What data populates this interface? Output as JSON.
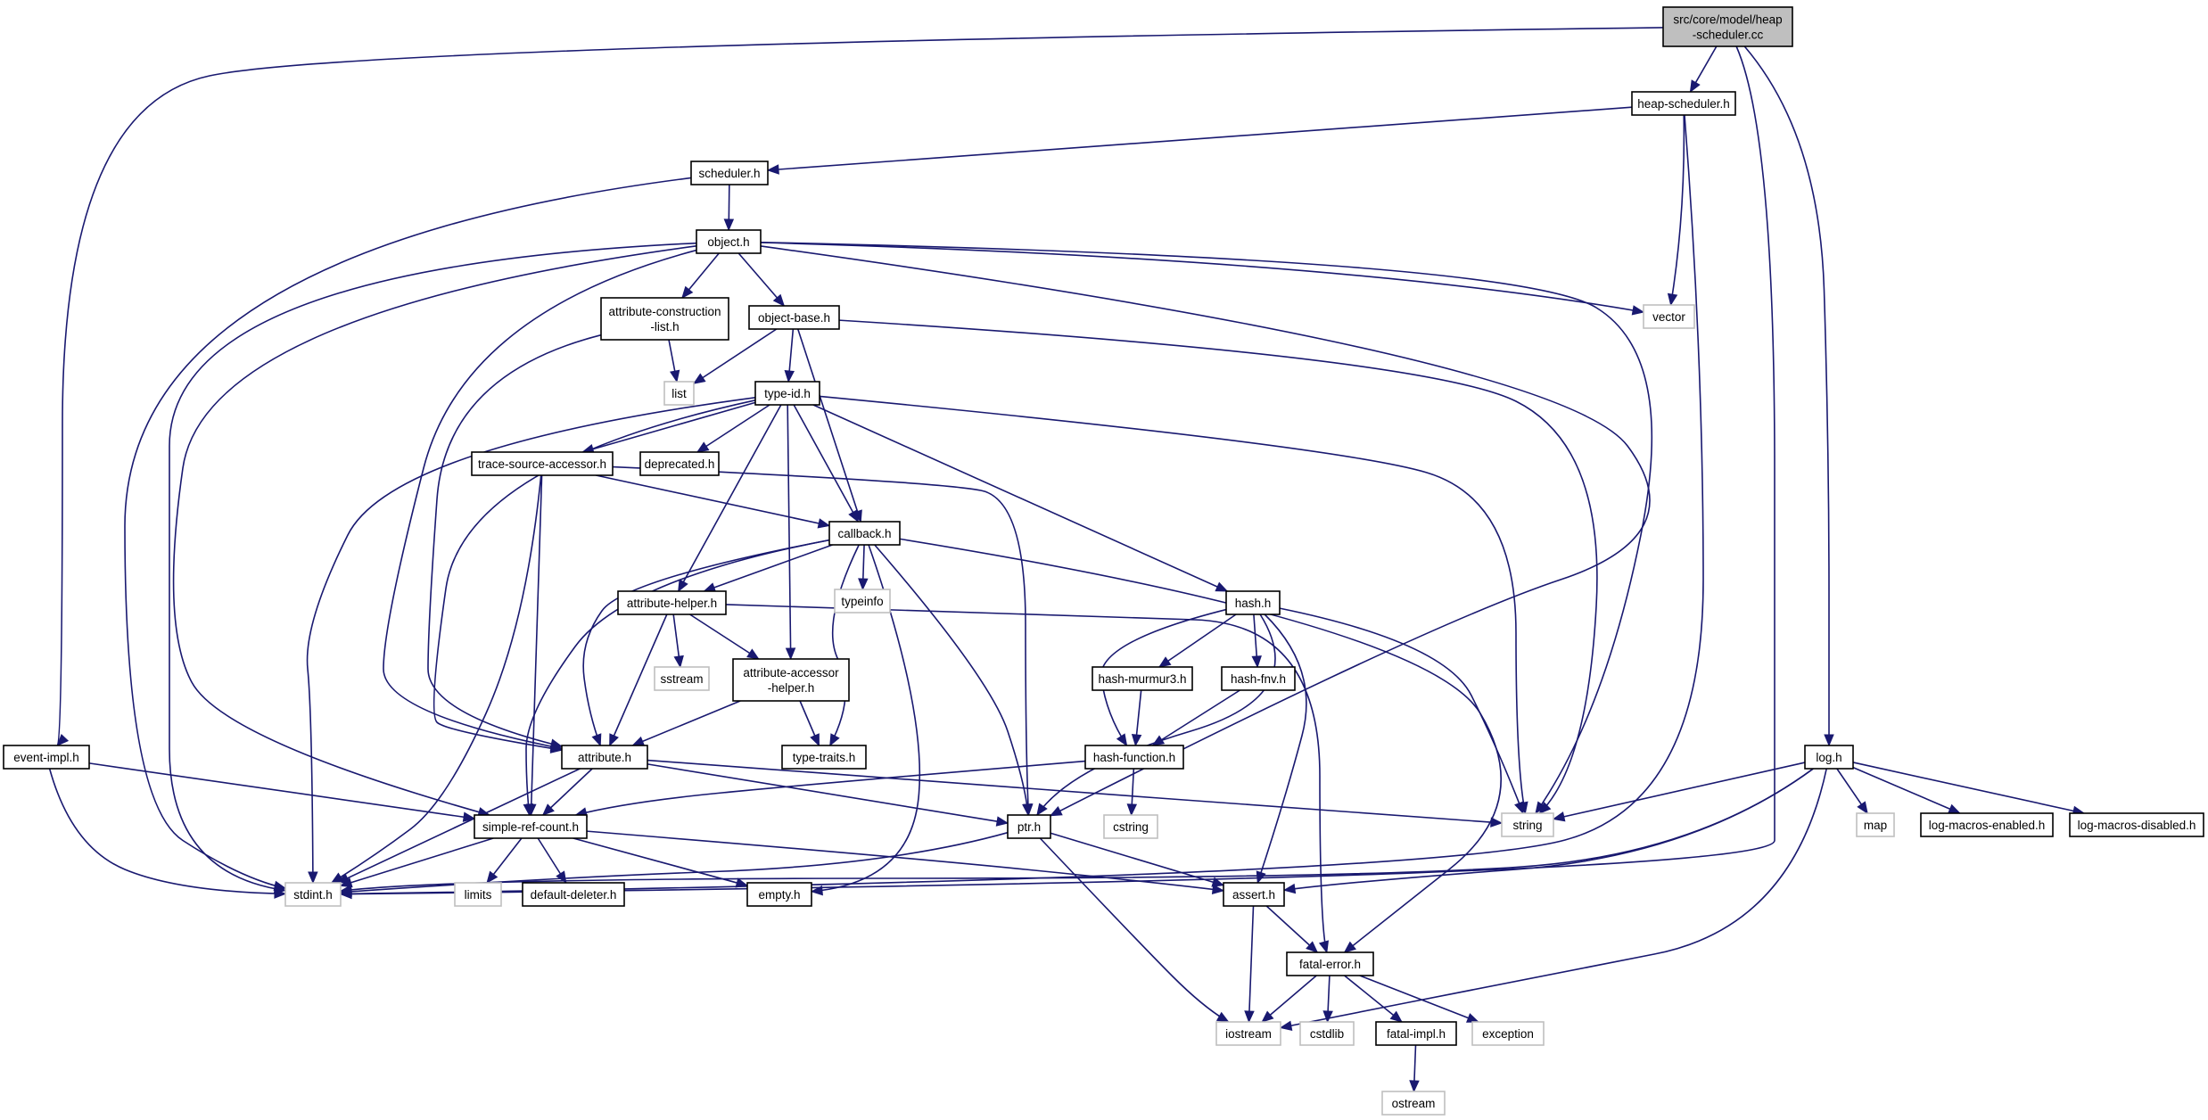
{
  "graph": {
    "title": "",
    "nodes": [
      {
        "id": "root",
        "label": [
          "src/core/model/heap",
          "-scheduler.cc"
        ],
        "kind": "root"
      },
      {
        "id": "heap-scheduler",
        "label": [
          "heap-scheduler.h"
        ],
        "kind": "internal"
      },
      {
        "id": "scheduler",
        "label": [
          "scheduler.h"
        ],
        "kind": "internal"
      },
      {
        "id": "object",
        "label": [
          "object.h"
        ],
        "kind": "internal"
      },
      {
        "id": "vector",
        "label": [
          "vector"
        ],
        "kind": "external"
      },
      {
        "id": "attribute-construction-list",
        "label": [
          "attribute-construction",
          "-list.h"
        ],
        "kind": "internal"
      },
      {
        "id": "object-base",
        "label": [
          "object-base.h"
        ],
        "kind": "internal"
      },
      {
        "id": "list",
        "label": [
          "list"
        ],
        "kind": "external"
      },
      {
        "id": "type-id",
        "label": [
          "type-id.h"
        ],
        "kind": "internal"
      },
      {
        "id": "trace-source-accessor",
        "label": [
          "trace-source-accessor.h"
        ],
        "kind": "internal"
      },
      {
        "id": "deprecated",
        "label": [
          "deprecated.h"
        ],
        "kind": "internal"
      },
      {
        "id": "callback",
        "label": [
          "callback.h"
        ],
        "kind": "internal"
      },
      {
        "id": "attribute-helper",
        "label": [
          "attribute-helper.h"
        ],
        "kind": "internal"
      },
      {
        "id": "typeinfo",
        "label": [
          "typeinfo"
        ],
        "kind": "external"
      },
      {
        "id": "hash",
        "label": [
          "hash.h"
        ],
        "kind": "internal"
      },
      {
        "id": "sstream",
        "label": [
          "sstream"
        ],
        "kind": "external"
      },
      {
        "id": "attribute-accessor-helper",
        "label": [
          "attribute-accessor",
          "-helper.h"
        ],
        "kind": "internal"
      },
      {
        "id": "hash-murmur3",
        "label": [
          "hash-murmur3.h"
        ],
        "kind": "internal"
      },
      {
        "id": "hash-fnv",
        "label": [
          "hash-fnv.h"
        ],
        "kind": "internal"
      },
      {
        "id": "event-impl",
        "label": [
          "event-impl.h"
        ],
        "kind": "internal"
      },
      {
        "id": "attribute",
        "label": [
          "attribute.h"
        ],
        "kind": "internal"
      },
      {
        "id": "type-traits",
        "label": [
          "type-traits.h"
        ],
        "kind": "internal"
      },
      {
        "id": "hash-function",
        "label": [
          "hash-function.h"
        ],
        "kind": "internal"
      },
      {
        "id": "log",
        "label": [
          "log.h"
        ],
        "kind": "internal"
      },
      {
        "id": "simple-ref-count",
        "label": [
          "simple-ref-count.h"
        ],
        "kind": "internal"
      },
      {
        "id": "ptr",
        "label": [
          "ptr.h"
        ],
        "kind": "internal"
      },
      {
        "id": "cstring",
        "label": [
          "cstring"
        ],
        "kind": "external"
      },
      {
        "id": "string",
        "label": [
          "string"
        ],
        "kind": "external"
      },
      {
        "id": "map",
        "label": [
          "map"
        ],
        "kind": "external"
      },
      {
        "id": "log-macros-enabled",
        "label": [
          "log-macros-enabled.h"
        ],
        "kind": "internal"
      },
      {
        "id": "log-macros-disabled",
        "label": [
          "log-macros-disabled.h"
        ],
        "kind": "internal"
      },
      {
        "id": "stdint",
        "label": [
          "stdint.h"
        ],
        "kind": "external"
      },
      {
        "id": "limits",
        "label": [
          "limits"
        ],
        "kind": "external"
      },
      {
        "id": "default-deleter",
        "label": [
          "default-deleter.h"
        ],
        "kind": "internal"
      },
      {
        "id": "empty",
        "label": [
          "empty.h"
        ],
        "kind": "internal"
      },
      {
        "id": "assert",
        "label": [
          "assert.h"
        ],
        "kind": "internal"
      },
      {
        "id": "fatal-error",
        "label": [
          "fatal-error.h"
        ],
        "kind": "internal"
      },
      {
        "id": "iostream",
        "label": [
          "iostream"
        ],
        "kind": "external"
      },
      {
        "id": "cstdlib",
        "label": [
          "cstdlib"
        ],
        "kind": "external"
      },
      {
        "id": "fatal-impl",
        "label": [
          "fatal-impl.h"
        ],
        "kind": "internal"
      },
      {
        "id": "exception",
        "label": [
          "exception"
        ],
        "kind": "external"
      },
      {
        "id": "ostream",
        "label": [
          "ostream"
        ],
        "kind": "external"
      }
    ],
    "edges": [
      [
        "root",
        "heap-scheduler"
      ],
      [
        "root",
        "event-impl"
      ],
      [
        "root",
        "log"
      ],
      [
        "root",
        "stdint"
      ],
      [
        "heap-scheduler",
        "scheduler"
      ],
      [
        "heap-scheduler",
        "vector"
      ],
      [
        "heap-scheduler",
        "stdint"
      ],
      [
        "scheduler",
        "object"
      ],
      [
        "scheduler",
        "stdint"
      ],
      [
        "object",
        "vector"
      ],
      [
        "object",
        "attribute-construction-list"
      ],
      [
        "object",
        "object-base"
      ],
      [
        "object",
        "attribute"
      ],
      [
        "object",
        "ptr"
      ],
      [
        "object",
        "string"
      ],
      [
        "object",
        "stdint"
      ],
      [
        "object",
        "simple-ref-count"
      ],
      [
        "attribute-construction-list",
        "list"
      ],
      [
        "attribute-construction-list",
        "attribute"
      ],
      [
        "object-base",
        "list"
      ],
      [
        "object-base",
        "type-id"
      ],
      [
        "object-base",
        "callback"
      ],
      [
        "object-base",
        "string"
      ],
      [
        "type-id",
        "trace-source-accessor"
      ],
      [
        "type-id",
        "deprecated"
      ],
      [
        "type-id",
        "callback"
      ],
      [
        "type-id",
        "attribute-helper"
      ],
      [
        "type-id",
        "attribute-accessor-helper"
      ],
      [
        "type-id",
        "hash"
      ],
      [
        "type-id",
        "string"
      ],
      [
        "type-id",
        "attribute"
      ],
      [
        "type-id",
        "stdint"
      ],
      [
        "trace-source-accessor",
        "callback"
      ],
      [
        "trace-source-accessor",
        "simple-ref-count"
      ],
      [
        "trace-source-accessor",
        "ptr"
      ],
      [
        "trace-source-accessor",
        "stdint"
      ],
      [
        "callback",
        "typeinfo"
      ],
      [
        "callback",
        "attribute-helper"
      ],
      [
        "callback",
        "type-traits"
      ],
      [
        "callback",
        "ptr"
      ],
      [
        "callback",
        "empty"
      ],
      [
        "callback",
        "simple-ref-count"
      ],
      [
        "callback",
        "attribute"
      ],
      [
        "callback",
        "fatal-error"
      ],
      [
        "attribute-helper",
        "sstream"
      ],
      [
        "attribute-helper",
        "attribute-accessor-helper"
      ],
      [
        "attribute-helper",
        "attribute"
      ],
      [
        "attribute-helper",
        "fatal-error"
      ],
      [
        "attribute-accessor-helper",
        "attribute"
      ],
      [
        "attribute-accessor-helper",
        "type-traits"
      ],
      [
        "hash",
        "hash-murmur3"
      ],
      [
        "hash",
        "hash-fnv"
      ],
      [
        "hash",
        "hash-function"
      ],
      [
        "hash",
        "string"
      ],
      [
        "hash",
        "assert"
      ],
      [
        "hash",
        "ptr"
      ],
      [
        "hash-murmur3",
        "hash-function"
      ],
      [
        "hash-fnv",
        "hash-function"
      ],
      [
        "hash-function",
        "cstring"
      ],
      [
        "hash-function",
        "simple-ref-count"
      ],
      [
        "event-impl",
        "simple-ref-count"
      ],
      [
        "event-impl",
        "stdint"
      ],
      [
        "attribute",
        "simple-ref-count"
      ],
      [
        "attribute",
        "ptr"
      ],
      [
        "attribute",
        "string"
      ],
      [
        "attribute",
        "stdint"
      ],
      [
        "simple-ref-count",
        "stdint"
      ],
      [
        "simple-ref-count",
        "limits"
      ],
      [
        "simple-ref-count",
        "default-deleter"
      ],
      [
        "simple-ref-count",
        "empty"
      ],
      [
        "simple-ref-count",
        "assert"
      ],
      [
        "ptr",
        "assert"
      ],
      [
        "ptr",
        "iostream"
      ],
      [
        "ptr",
        "stdint"
      ],
      [
        "log",
        "string"
      ],
      [
        "log",
        "map"
      ],
      [
        "log",
        "log-macros-enabled"
      ],
      [
        "log",
        "log-macros-disabled"
      ],
      [
        "log",
        "stdint"
      ],
      [
        "log",
        "assert"
      ],
      [
        "log",
        "iostream"
      ],
      [
        "assert",
        "fatal-error"
      ],
      [
        "assert",
        "iostream"
      ],
      [
        "fatal-error",
        "iostream"
      ],
      [
        "fatal-error",
        "cstdlib"
      ],
      [
        "fatal-error",
        "fatal-impl"
      ],
      [
        "fatal-error",
        "exception"
      ],
      [
        "fatal-impl",
        "ostream"
      ]
    ]
  }
}
